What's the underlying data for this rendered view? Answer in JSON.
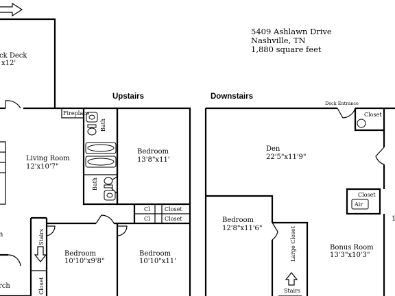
{
  "address": {
    "street": "5409 Ashlawn Drive",
    "city": "Nashville, TN",
    "area": "1,880 square feet"
  },
  "sections": {
    "upstairs": "Upstairs",
    "downstairs": "Downstairs"
  },
  "rooms": {
    "back_deck": {
      "name": "ck Deck",
      "size": "x12'"
    },
    "living_room": {
      "name": "Living Room",
      "size": "12'x10'7\""
    },
    "bedroom_upper_right": {
      "name": "Bedroom",
      "size": "13'8\"x11'"
    },
    "bedroom_lower_left": {
      "name": "Bedroom",
      "size": "10'10\"x9'8\""
    },
    "bedroom_lower_right": {
      "name": "Bedroom",
      "size": "10'10\"x11'"
    },
    "den": {
      "name": "Den",
      "size": "22'5\"x11'9\""
    },
    "bedroom_downstairs": {
      "name": "Bedroom",
      "size": "12'8\"x11'6\""
    },
    "bonus_room": {
      "name": "Bonus Room",
      "size": "13'3\"x10'3\""
    }
  },
  "fixtures": {
    "fireplace": "Fireplace",
    "bath_top": "Bath",
    "bath_bottom": "Bath",
    "cl_1": "Cl",
    "cl_2": "Cl",
    "closet_1": "Closet",
    "closet_2": "Closet",
    "stairs_up": "Stairs",
    "closet_vertical": "Closet",
    "porch_partial": "rch",
    "partial_n": "n",
    "deck_entrance": "Deck Entrance",
    "closet_den": "Closet",
    "closet_air": "Closet",
    "air": "Air",
    "large_closet": "Large Closet",
    "stairs_down": "Stairs",
    "partial_edge": "1"
  }
}
